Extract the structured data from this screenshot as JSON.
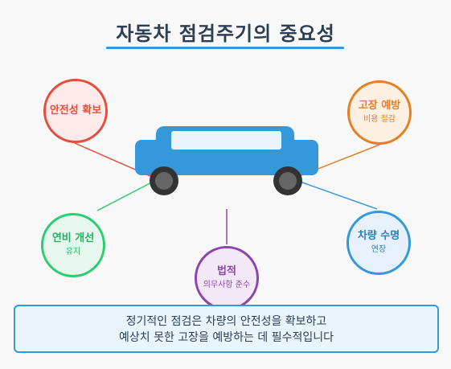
{
  "title": "자동차 점검주기의 중요성",
  "nodes": {
    "safety": {
      "label": "안전성 확보",
      "sub": "",
      "color": "#e74c3c",
      "fill": "#fdeaea"
    },
    "prevention": {
      "label": "고장 예방",
      "sub": "비용 절감",
      "color": "#e67e22",
      "fill": "#fdf0e3"
    },
    "fuel": {
      "label": "연비 개선",
      "sub": "유지",
      "color": "#2ecc71",
      "fill": "#e6f8ee"
    },
    "legal": {
      "label": "법적",
      "sub": "의무사항 준수",
      "color": "#8e44ad",
      "fill": "#f3e8f8"
    },
    "lifespan": {
      "label": "차량 수명",
      "sub": "연장",
      "color": "#3498db",
      "fill": "#e6f1fb"
    }
  },
  "car": {
    "body_color": "#3498db",
    "window_color": "#eaf4fc",
    "wheel_color": "#333333"
  },
  "summary": {
    "line1": "정기적인 점검은 차량의 안전성을 확보하고",
    "line2": "예상치 못한 고장을 예방하는 데 필수적입니다"
  }
}
